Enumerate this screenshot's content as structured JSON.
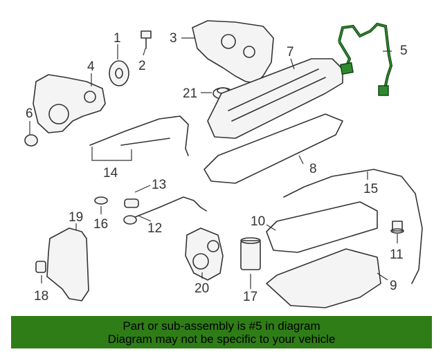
{
  "diagram": {
    "callouts": [
      "1",
      "2",
      "3",
      "4",
      "5",
      "6",
      "7",
      "8",
      "9",
      "10",
      "11",
      "12",
      "13",
      "14",
      "15",
      "16",
      "17",
      "18",
      "19",
      "20",
      "21"
    ],
    "highlight_color": "#2f8a2f"
  },
  "banner": {
    "line1": "Part or sub-assembly is #5 in diagram",
    "line2": "Diagram may not be specific to your vehicle",
    "background": "#2f7d16"
  }
}
